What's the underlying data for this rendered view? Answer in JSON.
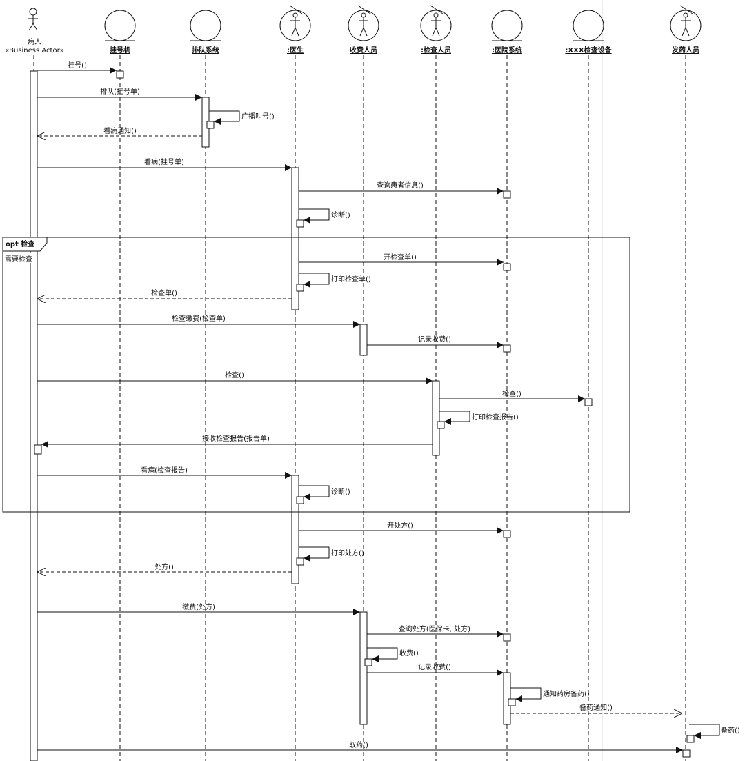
{
  "actor": {
    "name": "病人",
    "stereotype": "«Business Actor»"
  },
  "participants": [
    {
      "id": "guahaoji",
      "label": "挂号机",
      "kind": "entity"
    },
    {
      "id": "paidui",
      "label": "排队系统",
      "kind": "entity"
    },
    {
      "id": "yisheng",
      "label": ":医生",
      "kind": "worker"
    },
    {
      "id": "shoufei",
      "label": "收费人员",
      "kind": "worker"
    },
    {
      "id": "jiancha",
      "label": ":检查人员",
      "kind": "worker"
    },
    {
      "id": "yiyuan",
      "label": ":医院系统",
      "kind": "entity"
    },
    {
      "id": "shebei",
      "label": ":XXX检查设备",
      "kind": "entity"
    },
    {
      "id": "fayao",
      "label": "发药人员",
      "kind": "worker"
    }
  ],
  "fragment": {
    "operator": "opt 检查",
    "guard": "需要检查"
  },
  "messages": [
    {
      "label": "挂号()",
      "from": "patient",
      "to": "guahaoji",
      "type": "sync"
    },
    {
      "label": "排队(挂号单)",
      "from": "patient",
      "to": "paidui",
      "type": "sync"
    },
    {
      "label": "广播叫号()",
      "from": "paidui",
      "to": "paidui",
      "type": "self"
    },
    {
      "label": "看病通知()",
      "from": "paidui",
      "to": "patient",
      "type": "return"
    },
    {
      "label": "看病(挂号单)",
      "from": "patient",
      "to": "yisheng",
      "type": "sync"
    },
    {
      "label": "查询患者信息()",
      "from": "yisheng",
      "to": "yiyuan",
      "type": "sync"
    },
    {
      "label": "诊断()",
      "from": "yisheng",
      "to": "yisheng",
      "type": "self"
    },
    {
      "label": "开检查单()",
      "from": "yisheng",
      "to": "yiyuan",
      "type": "sync"
    },
    {
      "label": "打印检查单()",
      "from": "yisheng",
      "to": "yisheng",
      "type": "self"
    },
    {
      "label": "检查单()",
      "from": "yisheng",
      "to": "patient",
      "type": "return"
    },
    {
      "label": "检查缴费(检查单)",
      "from": "patient",
      "to": "shoufei",
      "type": "sync"
    },
    {
      "label": "记录收费()",
      "from": "shoufei",
      "to": "yiyuan",
      "type": "sync"
    },
    {
      "label": "检查()",
      "from": "patient",
      "to": "jiancha",
      "type": "sync"
    },
    {
      "label": "检查()",
      "from": "jiancha",
      "to": "shebei",
      "type": "sync"
    },
    {
      "label": "打印检查报告()",
      "from": "jiancha",
      "to": "jiancha",
      "type": "self"
    },
    {
      "label": "接收检查报告(报告单)",
      "from": "jiancha",
      "to": "patient",
      "type": "sync"
    },
    {
      "label": "看病(检查报告)",
      "from": "patient",
      "to": "yisheng",
      "type": "sync"
    },
    {
      "label": "诊断()",
      "from": "yisheng",
      "to": "yisheng",
      "type": "self"
    },
    {
      "label": "开处方()",
      "from": "yisheng",
      "to": "yiyuan",
      "type": "sync"
    },
    {
      "label": "打印处方()",
      "from": "yisheng",
      "to": "yisheng",
      "type": "self"
    },
    {
      "label": "处方()",
      "from": "yisheng",
      "to": "patient",
      "type": "return"
    },
    {
      "label": "缴费(处方)",
      "from": "patient",
      "to": "shoufei",
      "type": "sync"
    },
    {
      "label": "查询处方(医保卡, 处方)",
      "from": "shoufei",
      "to": "yiyuan",
      "type": "sync"
    },
    {
      "label": "收费()",
      "from": "shoufei",
      "to": "shoufei",
      "type": "self"
    },
    {
      "label": "记录收费()",
      "from": "shoufei",
      "to": "yiyuan",
      "type": "sync"
    },
    {
      "label": "通知药房备药()",
      "from": "yiyuan",
      "to": "yiyuan",
      "type": "self"
    },
    {
      "label": "备药通知()",
      "from": "yiyuan",
      "to": "fayao",
      "type": "async"
    },
    {
      "label": "备药()",
      "from": "fayao",
      "to": "fayao",
      "type": "self"
    },
    {
      "label": "取药()",
      "from": "patient",
      "to": "fayao",
      "type": "sync"
    }
  ]
}
